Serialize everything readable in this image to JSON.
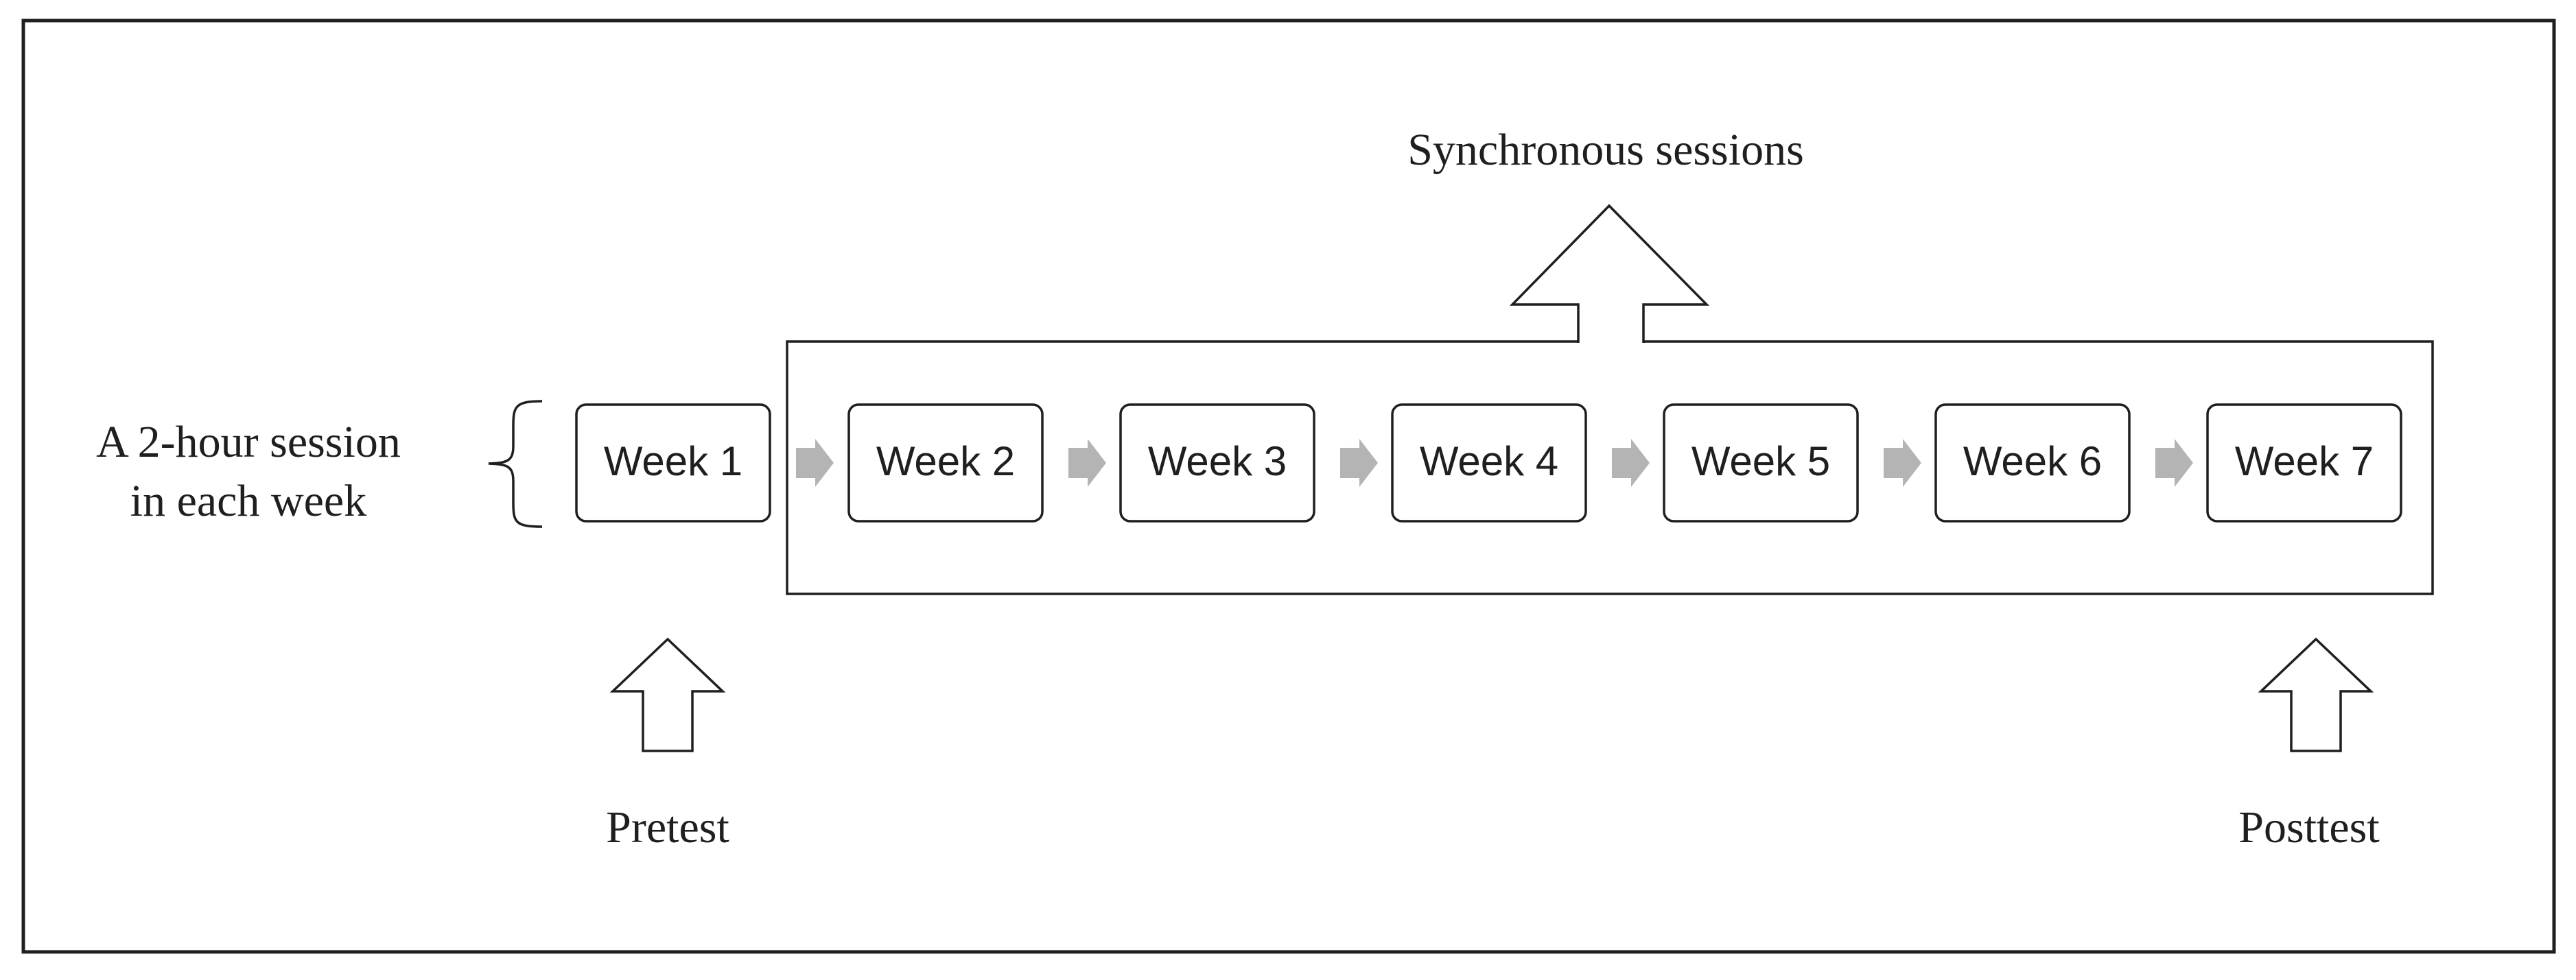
{
  "diagram": {
    "caption_top": "Synchronous sessions",
    "session_note_line1": "A 2-hour session",
    "session_note_line2": "in each week",
    "pretest_label": "Pretest",
    "posttest_label": "Posttest",
    "weeks": [
      "Week 1",
      "Week 2",
      "Week 3",
      "Week 4",
      "Week 5",
      "Week 6",
      "Week 7"
    ],
    "colors": {
      "stroke": "#1f1f1f",
      "chevron": "#b4b4b4",
      "background": "#ffffff"
    }
  }
}
